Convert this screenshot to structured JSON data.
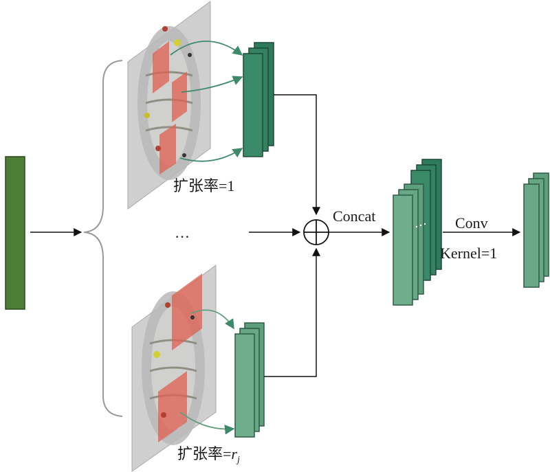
{
  "labels": {
    "rate_top": "扩张率=1",
    "rate_bottom_prefix": "扩张率=",
    "rate_bottom_var": "r",
    "rate_bottom_sub": "j",
    "ellipsis": "…",
    "concat": "Concat",
    "conv": "Conv",
    "kernel": "Kernel=1",
    "plus": "⊕"
  },
  "colors": {
    "input_block": "#4e7d36",
    "feature_top_front": "#3a8a6a",
    "feature_bottom_front": "#6fae8d",
    "concat_stack": "#4f9a79",
    "output_stack": "#6aa988",
    "curve_arrow": "#3c8a6a",
    "plane": "#cfcfcf",
    "highlight": "#e06050"
  }
}
